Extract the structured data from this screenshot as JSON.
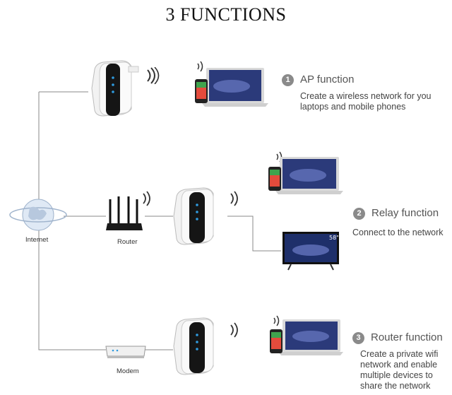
{
  "title": "3 FUNCTIONS",
  "functions": [
    {
      "number": "1",
      "title": "AP function",
      "description_lines": [
        "Create a wireless network for you",
        "laptops and mobile phones"
      ]
    },
    {
      "number": "2",
      "title": "Relay function",
      "description_lines": [
        "Connect to the network"
      ]
    },
    {
      "number": "3",
      "title": "Router function",
      "description_lines": [
        "Create a private wifi",
        "network and enable",
        "multiple devices to",
        "share the network"
      ]
    }
  ],
  "labels": {
    "internet": "Internet",
    "router": "Router",
    "modem": "Modem"
  },
  "tv_badge": "58\"",
  "colors": {
    "line": "#777777",
    "number_badge": "#8a8a8a",
    "screen": "#2b3a7a"
  }
}
